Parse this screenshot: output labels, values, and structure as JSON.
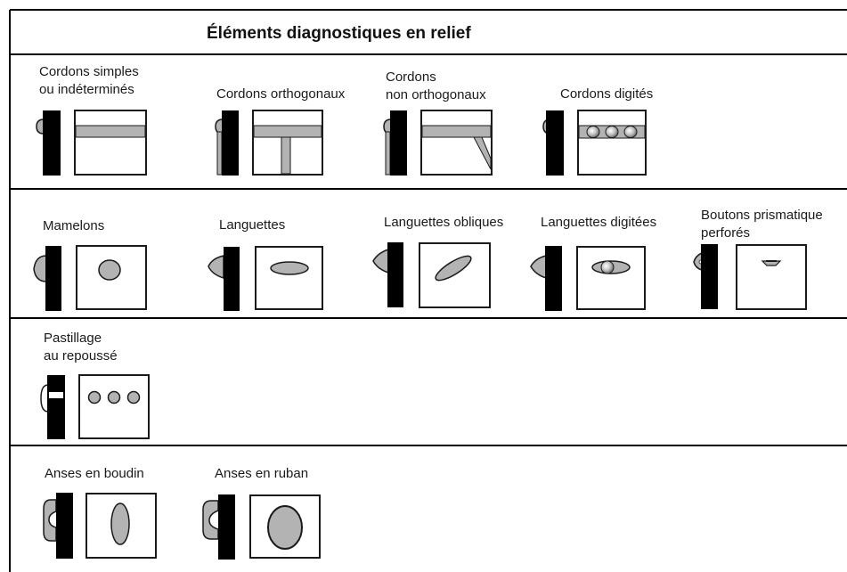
{
  "title": "Éléments diagnostiques en relief",
  "colors": {
    "relief": "#b3b3b3",
    "outline": "#1a1a1a",
    "section": "#000000"
  },
  "sections": [
    {
      "items": [
        {
          "line1": "Cordons simples",
          "line2": "ou indéterminés"
        },
        {
          "line1": "Cordons orthogonaux"
        },
        {
          "line1": "Cordons",
          "line2": "non orthogonaux"
        },
        {
          "line1": "Cordons digités"
        }
      ]
    },
    {
      "items": [
        {
          "line1": "Mamelons"
        },
        {
          "line1": "Languettes"
        },
        {
          "line1": "Languettes obliques"
        },
        {
          "line1": "Languettes digitées"
        },
        {
          "line1": "Boutons prismatique",
          "line2": "perforés"
        }
      ]
    },
    {
      "items": [
        {
          "line1": "Pastillage",
          "line2": "au repoussé"
        }
      ]
    },
    {
      "items": [
        {
          "line1": "Anses en boudin"
        },
        {
          "line1": "Anses en ruban"
        }
      ]
    }
  ]
}
